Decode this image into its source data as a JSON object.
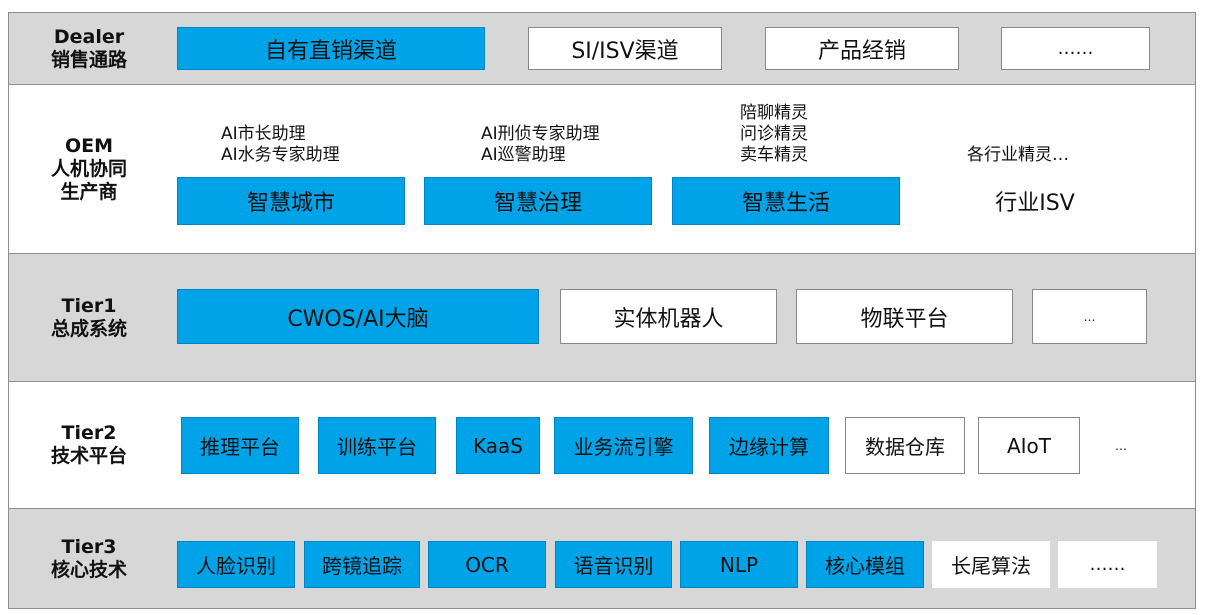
{
  "rows": {
    "dealer": {
      "label": [
        "Dealer",
        "销售通路"
      ],
      "boxes": [
        "自有直销渠道",
        "SI/ISV渠道",
        "产品经销",
        "……"
      ]
    },
    "oem": {
      "label": [
        "OEM",
        "人机协同",
        "生产商"
      ],
      "boxes": [
        "智慧城市",
        "智慧治理",
        "智慧生活",
        "行业ISV"
      ],
      "notes": [
        [
          "AI市长助理",
          "AI水务专家助理"
        ],
        [
          "AI刑侦专家助理",
          "AI巡警助理"
        ],
        [
          "陪聊精灵",
          "问诊精灵",
          "卖车精灵"
        ],
        [
          "各行业精灵…"
        ]
      ]
    },
    "tier1": {
      "label": [
        "Tier1",
        "总成系统"
      ],
      "boxes": [
        "CWOS/AI大脑",
        "实体机器人",
        "物联平台",
        "…"
      ]
    },
    "tier2": {
      "label": [
        "Tier2",
        "技术平台"
      ],
      "boxes": [
        "推理平台",
        "训练平台",
        "KaaS",
        "业务流引擎",
        "边缘计算",
        "数据仓库",
        "AIoT",
        "…"
      ]
    },
    "tier3": {
      "label": [
        "Tier3",
        "核心技术"
      ],
      "boxes": [
        "人脸识别",
        "跨镜追踪",
        "OCR",
        "语音识别",
        "NLP",
        "核心模组",
        "长尾算法",
        "……"
      ]
    }
  },
  "colors": {
    "blue_box": "#00a3e8",
    "gray_band": "#d7d7d7",
    "border": "#8f8f8f"
  }
}
